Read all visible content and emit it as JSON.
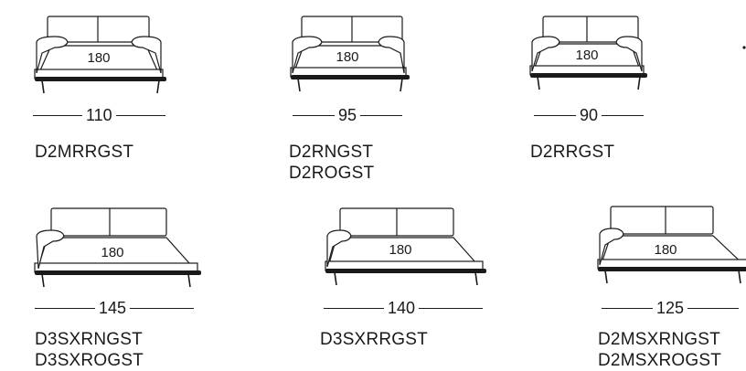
{
  "modules": [
    {
      "seat_depth": "180",
      "width": "110",
      "codes": [
        "D2MRRGST"
      ]
    },
    {
      "seat_depth": "180",
      "width": "95",
      "codes": [
        "D2RNGST",
        "D2ROGST"
      ]
    },
    {
      "seat_depth": "180",
      "width": "90",
      "codes": [
        "D2RRGST"
      ]
    },
    {
      "seat_depth": "180",
      "width": "145",
      "codes": [
        "D3SXRNGST",
        "D3SXROGST"
      ]
    },
    {
      "seat_depth": "180",
      "width": "140",
      "codes": [
        "D3SXRRGST"
      ]
    },
    {
      "seat_depth": "180",
      "width": "125",
      "codes": [
        "D2MSXRNGST",
        "D2MSXROGST"
      ]
    }
  ]
}
